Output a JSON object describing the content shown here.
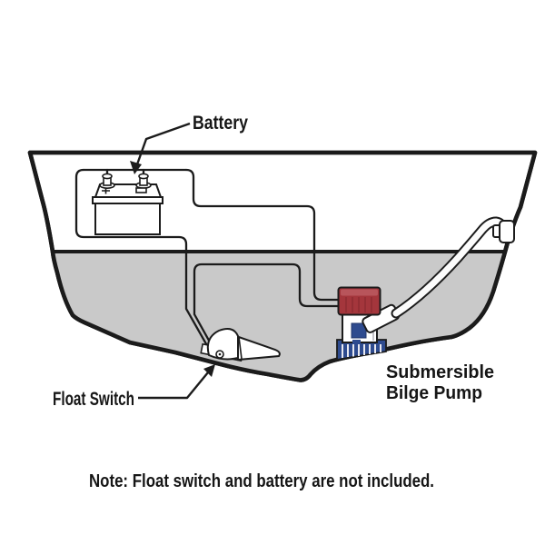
{
  "diagram": {
    "labels": {
      "battery": "Battery",
      "float_switch": "Float Switch",
      "pump_line1": "Submersible",
      "pump_line2": "Bilge Pump",
      "note": "Note: Float switch and battery are not included."
    },
    "colors": {
      "outline": "#1b1b1b",
      "bilge_gray": "#c9c9c9",
      "pump_red": "#a4363c",
      "pump_red_light": "#b8555b",
      "pump_blue": "#2e4b8f",
      "hose_white": "#fcfcfc"
    }
  }
}
